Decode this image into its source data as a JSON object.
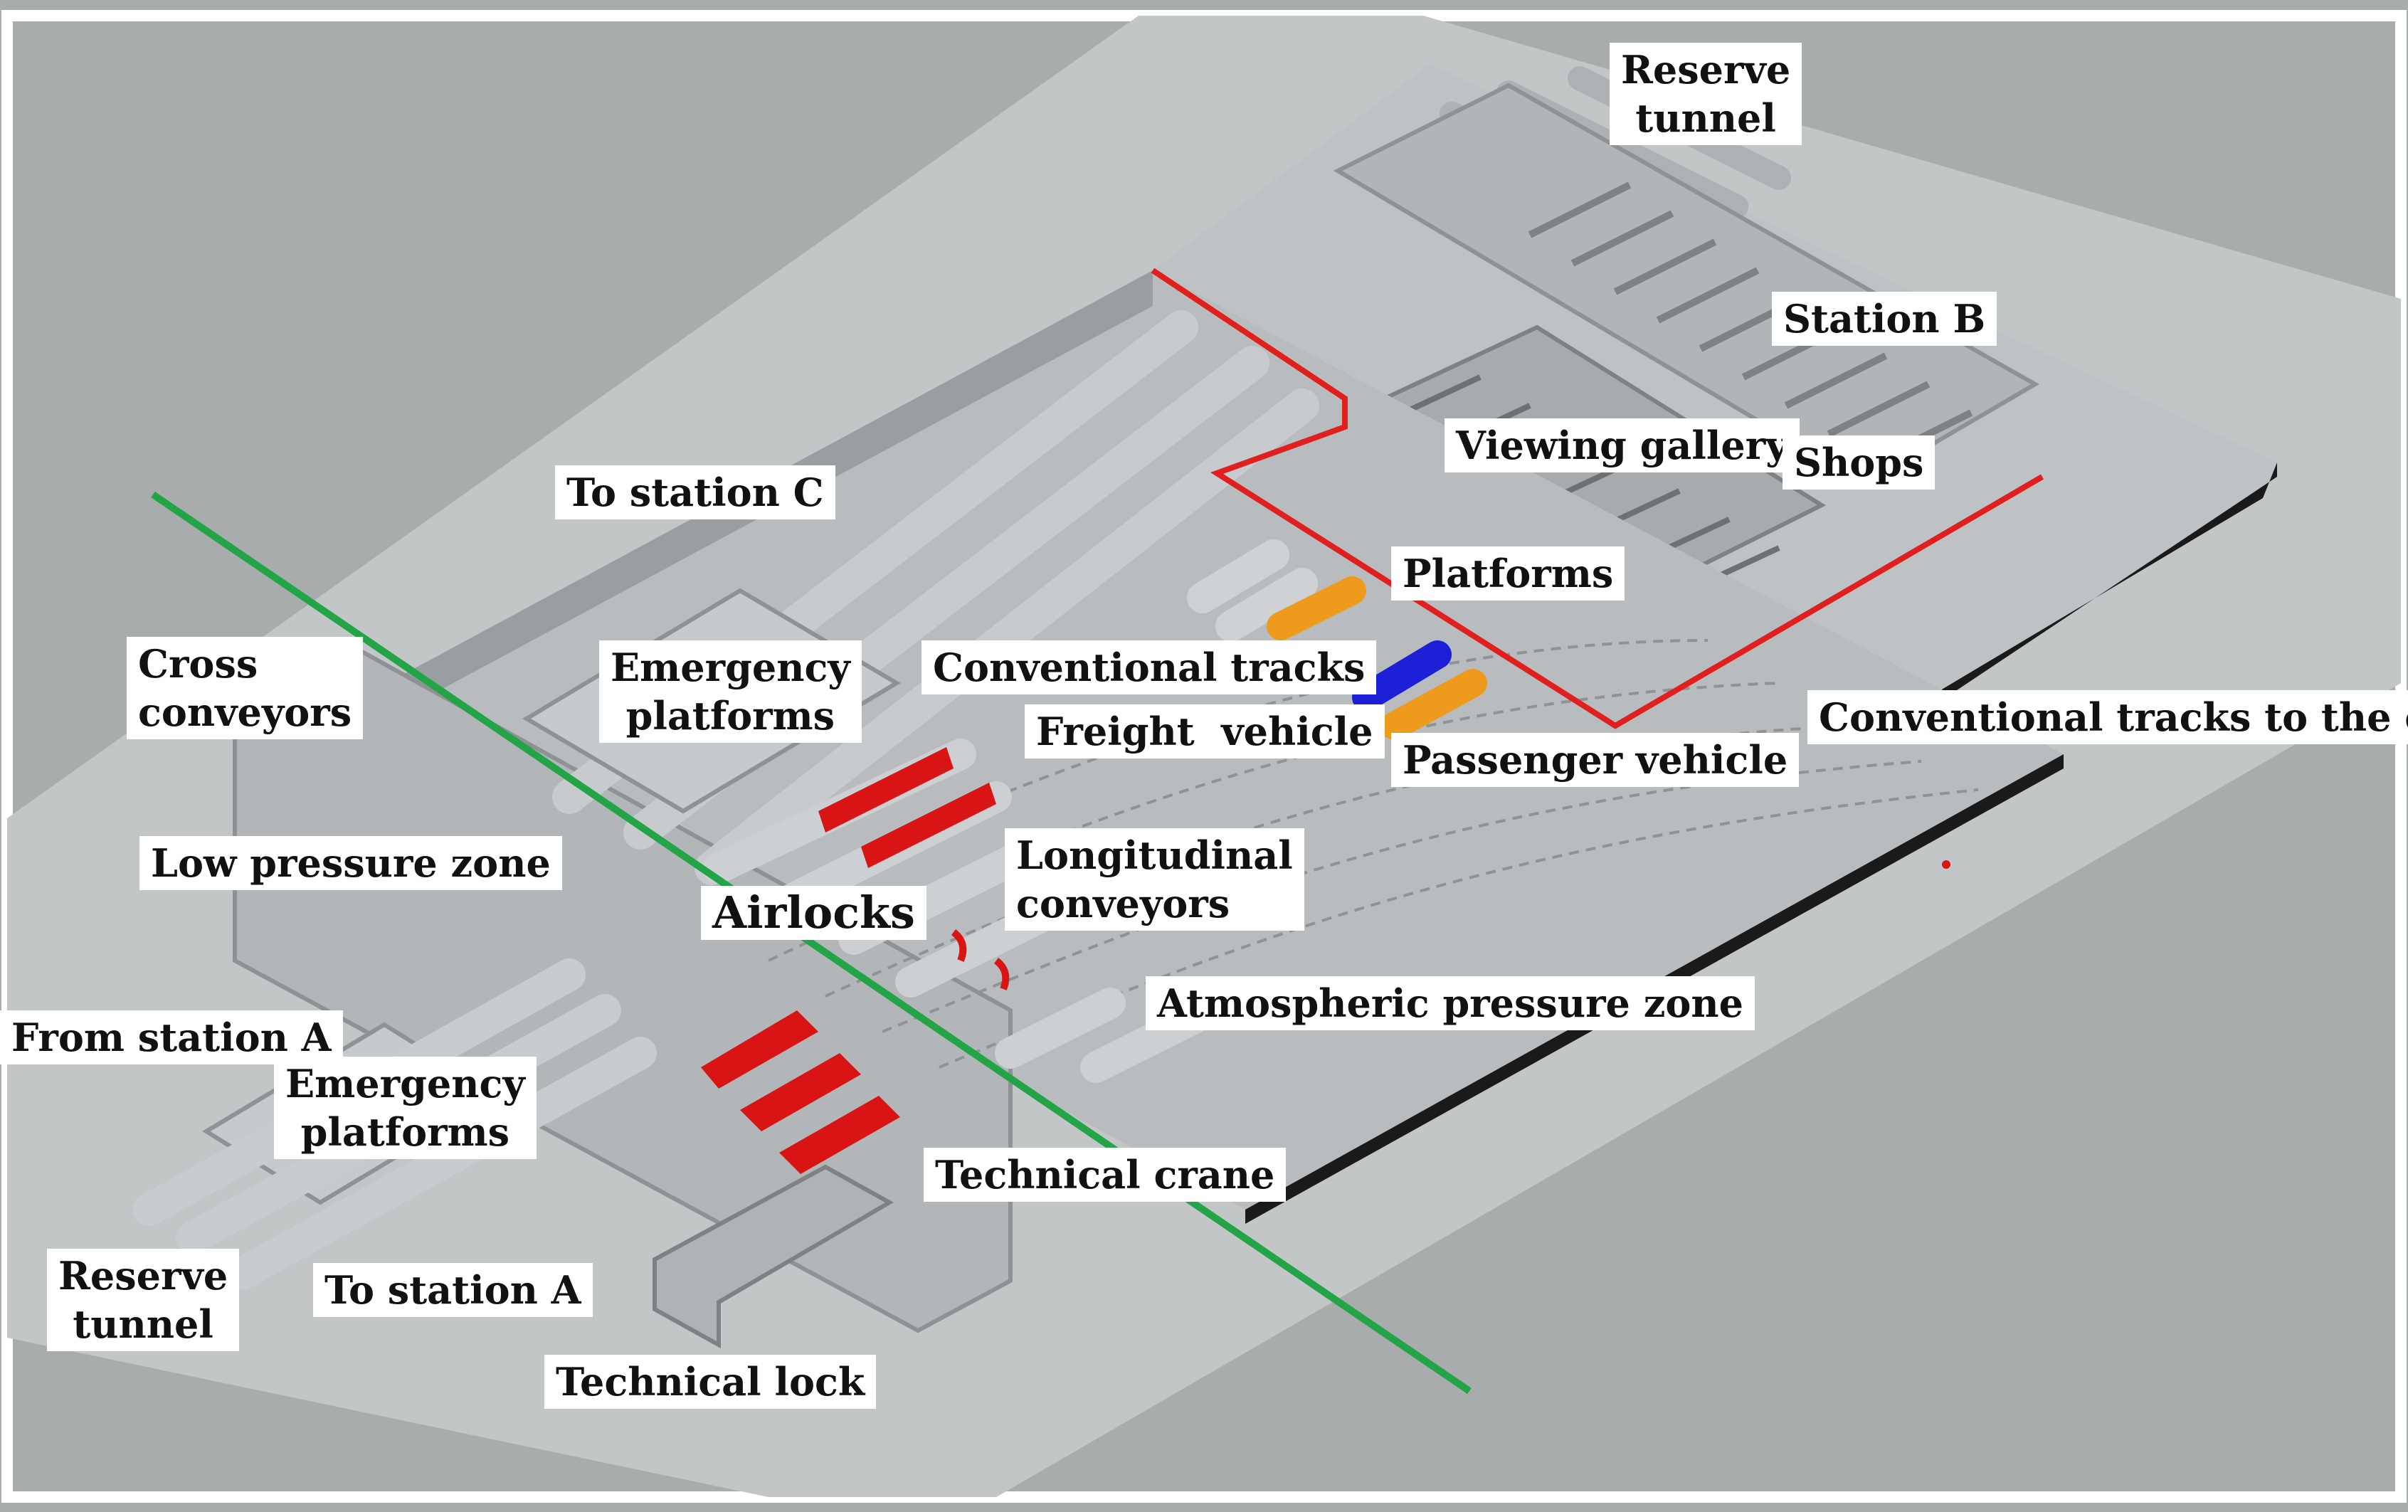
{
  "colors": {
    "ground": "#a9acad",
    "corridor": "#c3c6c7",
    "structure": "#b7babc",
    "structure_dark": "#8e9294",
    "tube": "#c9ccce",
    "airlock_red": "#d81414",
    "boundary_red": "#e01f1f",
    "divider_green": "#22a447",
    "freight_blue": "#1d1fd6",
    "passenger_orange": "#ee9a1c"
  },
  "labels": {
    "reserve_tunnel_top": "Reserve\ntunnel",
    "station_b": "Station B",
    "viewing_gallery": "Viewing gallery",
    "shops": "Shops",
    "to_station_c": "To station C",
    "platforms": "Platforms",
    "conventional_tracks": "Conventional tracks",
    "freight_vehicle": "Freight  vehicle",
    "conventional_tracks_city": "Conventional tracks to the city",
    "passenger_vehicle": "Passenger vehicle",
    "emergency_platforms_top": "Emergency\nplatforms",
    "cross_conveyors": "Cross\nconveyors",
    "low_pressure_zone": "Low pressure zone",
    "airlocks": "Airlocks",
    "longitudinal_conveyors": "Longitudinal\nconveyors",
    "atmospheric_pressure_zone": "Atmospheric pressure zone",
    "from_station_a": "From station A",
    "emergency_platforms_bottom": "Emergency\nplatforms",
    "technical_crane": "Technical crane",
    "reserve_tunnel_bottom": "Reserve\ntunnel",
    "to_station_a": "To station A",
    "technical_lock": "Technical lock"
  }
}
